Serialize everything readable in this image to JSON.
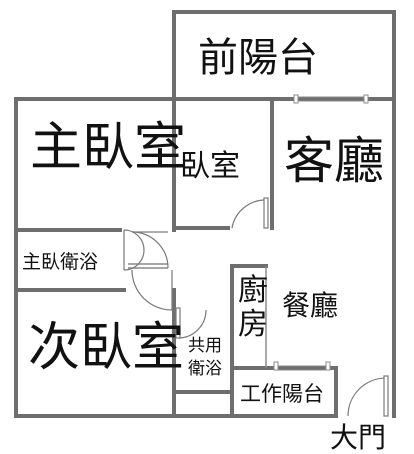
{
  "rooms": {
    "front_balcony": "前陽台",
    "master_bedroom": "主臥室",
    "bedroom": "臥室",
    "living_room": "客廳",
    "master_bathroom": "主臥衛浴",
    "kitchen_line1": "廚",
    "kitchen_line2": "房",
    "dining_room": "餐廳",
    "second_bedroom": "次臥室",
    "shared_bath_line1": "共用",
    "shared_bath_line2": "衛浴",
    "utility_balcony": "工作陽台",
    "main_door": "大門"
  },
  "colors": {
    "wall": "#6e6e6e",
    "thin_line": "#8a8a8a",
    "text": "#111111",
    "background": "#ffffff"
  }
}
